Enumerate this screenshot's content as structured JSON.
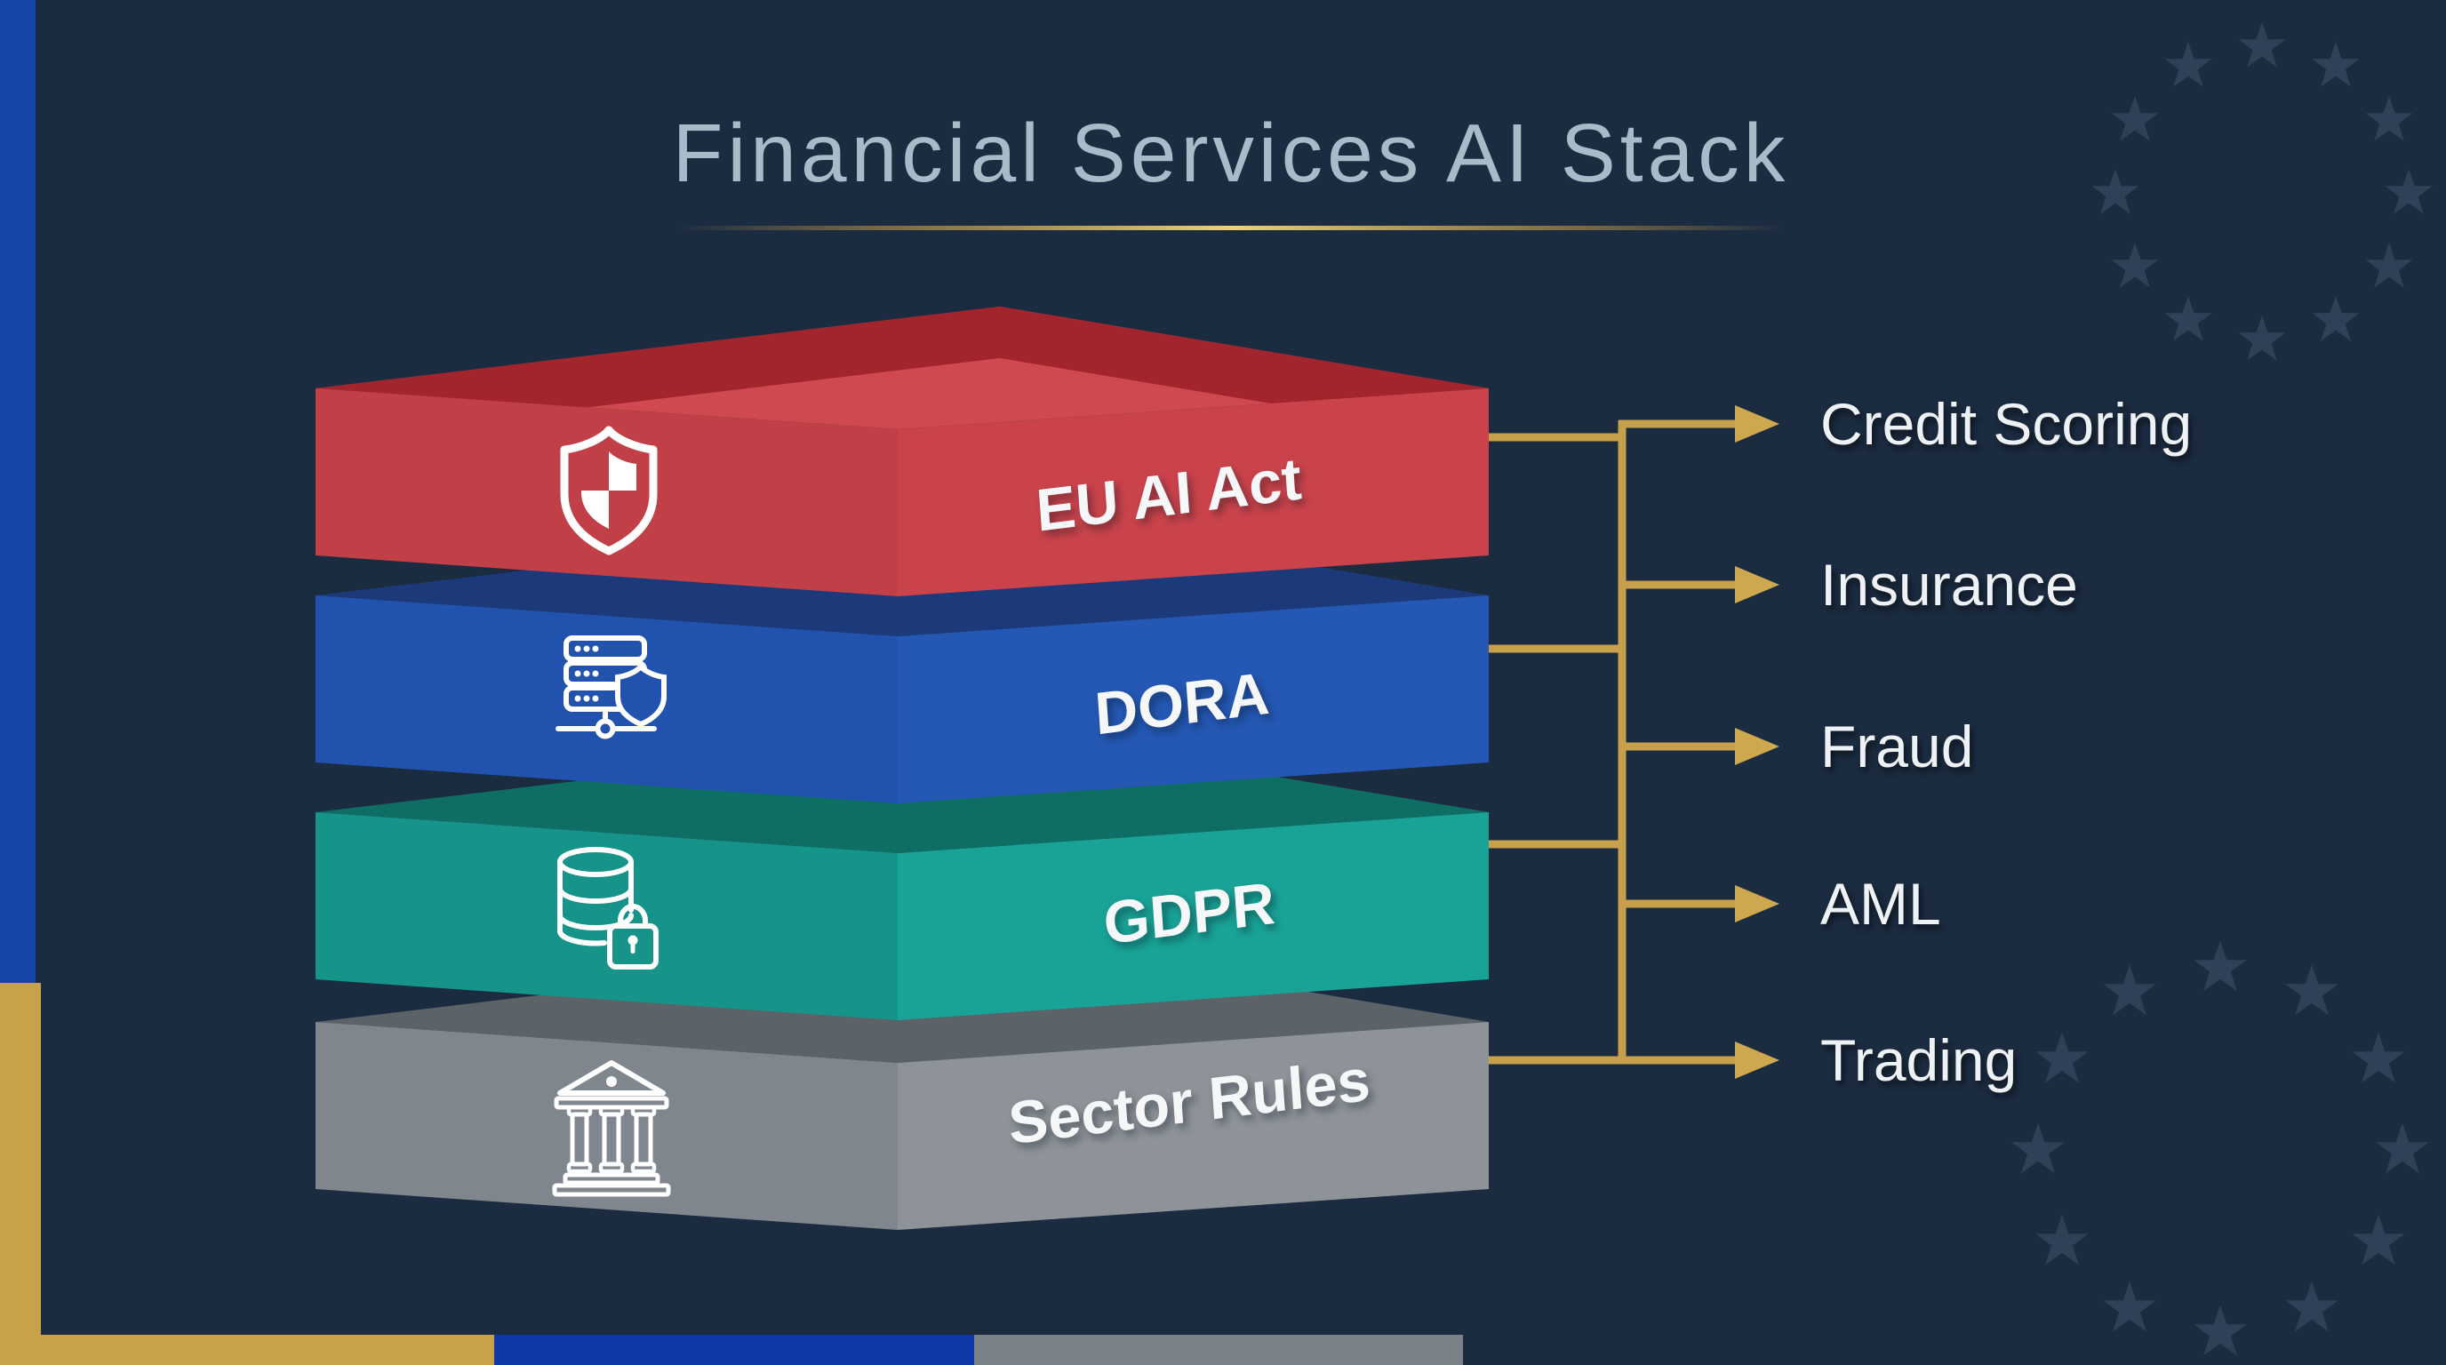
{
  "title": {
    "text": "Financial Services AI Stack"
  },
  "stack": {
    "layers": [
      {
        "label": "EU AI Act",
        "icon": "shield-check-icon",
        "colors": {
          "top": "#ce4950",
          "top_shade": "#a2242c",
          "left": "#c13f46",
          "right": "#ca434b"
        }
      },
      {
        "label": "DORA",
        "icon": "server-shield-icon",
        "colors": {
          "top": "#1c3a79",
          "left": "#2052ae",
          "right": "#2458b4"
        }
      },
      {
        "label": "GDPR",
        "icon": "database-lock-icon",
        "colors": {
          "top": "#0e6e64",
          "left": "#16948a",
          "right": "#19a396"
        }
      },
      {
        "label": "Sector Rules",
        "icon": "bank-icon",
        "colors": {
          "top": "#5b6268",
          "left": "#80868d",
          "right": "#8e9399"
        }
      }
    ]
  },
  "sectors": {
    "items": [
      {
        "label": "Credit Scoring"
      },
      {
        "label": "Insurance"
      },
      {
        "label": "Fraud"
      },
      {
        "label": "AML"
      },
      {
        "label": "Trading"
      }
    ]
  },
  "decor": {
    "colors": {
      "background": "#1b2b40",
      "gold": "#c7a04c",
      "gold_bright": "#cda84e",
      "eu_bar_blue": "#1545a8",
      "gold_block": "#c7a24b",
      "bottom_blue": "#1038a6",
      "bottom_gray": "#7a8187",
      "title": "#a9bac9",
      "label": "#eef2f5",
      "star": "#2e4156"
    }
  }
}
